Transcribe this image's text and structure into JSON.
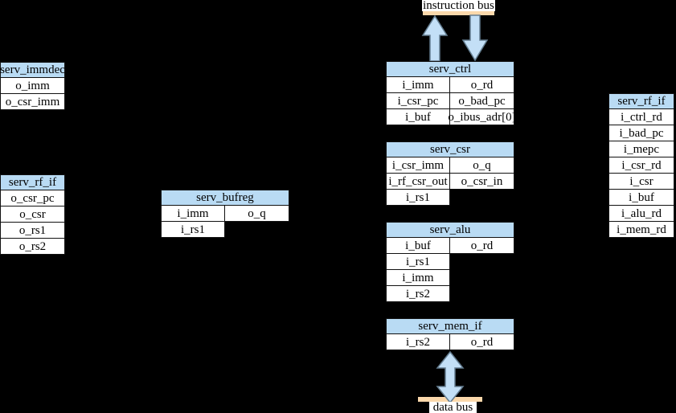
{
  "colors": {
    "background": "#000000",
    "module_header_fill": "#b9dbf4",
    "cell_fill": "#ffffff",
    "cell_border": "#111111",
    "arrow_fill": "#c3dff6",
    "arrow_stroke": "#647d90",
    "bus_bar_fill": "#fbd8ab",
    "bus_label_bg": "#ffffff",
    "text_color": "#000000"
  },
  "instruction_bus": {
    "label": "instruction bus"
  },
  "data_bus": {
    "label": "data bus"
  },
  "modules": {
    "serv_immdec": {
      "title": "serv_immdec",
      "rows": [
        [
          "o_imm"
        ],
        [
          "o_csr_imm"
        ]
      ]
    },
    "serv_rf_if_left": {
      "title": "serv_rf_if",
      "rows": [
        [
          "o_csr_pc"
        ],
        [
          "o_csr"
        ],
        [
          "o_rs1"
        ],
        [
          "o_rs2"
        ]
      ]
    },
    "serv_bufreg": {
      "title": "serv_bufreg",
      "rows": [
        [
          "i_imm",
          "o_q"
        ],
        [
          "i_rs1"
        ]
      ]
    },
    "serv_ctrl": {
      "title": "serv_ctrl",
      "rows": [
        [
          "i_imm",
          "o_rd"
        ],
        [
          "i_csr_pc",
          "o_bad_pc"
        ],
        [
          "i_buf",
          "o_ibus_adr[0]"
        ]
      ]
    },
    "serv_csr": {
      "title": "serv_csr",
      "rows": [
        [
          "i_csr_imm",
          "o_q"
        ],
        [
          "i_rf_csr_out",
          "o_csr_in"
        ],
        [
          "i_rs1"
        ]
      ]
    },
    "serv_alu": {
      "title": "serv_alu",
      "rows": [
        [
          "i_buf",
          "o_rd"
        ],
        [
          "i_rs1"
        ],
        [
          "i_imm"
        ],
        [
          "i_rs2"
        ]
      ]
    },
    "serv_mem_if": {
      "title": "serv_mem_if",
      "rows": [
        [
          "i_rs2",
          "o_rd"
        ]
      ]
    },
    "serv_rf_if_right": {
      "title": "serv_rf_if",
      "rows": [
        [
          "i_ctrl_rd"
        ],
        [
          "i_bad_pc"
        ],
        [
          "i_mepc"
        ],
        [
          "i_csr_rd"
        ],
        [
          "i_csr"
        ],
        [
          "i_buf"
        ],
        [
          "i_alu_rd"
        ],
        [
          "i_mem_rd"
        ]
      ]
    }
  }
}
